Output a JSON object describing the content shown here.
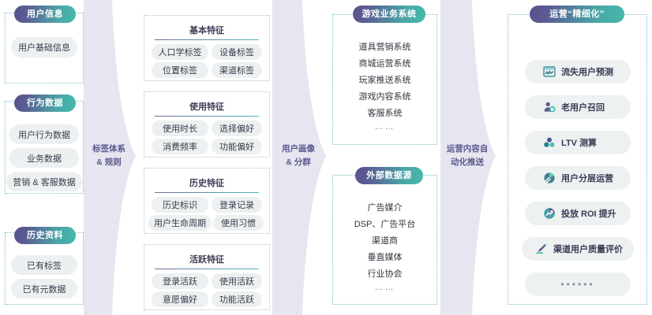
{
  "columns": {
    "col1": {
      "groups": [
        {
          "title": "用户信息",
          "items": [
            "用户基础信息"
          ]
        },
        {
          "title": "行为数据",
          "items": [
            "用户行为数据",
            "业务数据",
            "营销 & 客服数据"
          ]
        },
        {
          "title": "历史资料",
          "items": [
            "已有标签",
            "已有元数据"
          ]
        }
      ]
    },
    "col2": {
      "groups": [
        {
          "title": "基本特征",
          "items": [
            "人口学标签",
            "设备标签",
            "位置标签",
            "渠道标签"
          ]
        },
        {
          "title": "使用特征",
          "items": [
            "使用时长",
            "选择偏好",
            "消费频率",
            "功能偏好"
          ]
        },
        {
          "title": "历史特征",
          "items": [
            "历史标识",
            "登录记录",
            "用户生命周期",
            "使用习惯"
          ]
        },
        {
          "title": "活跃特征",
          "items": [
            "登录活跃",
            "使用活跃",
            "意愿偏好",
            "功能活跃"
          ]
        }
      ]
    },
    "col3": {
      "groups": [
        {
          "title": "游戏业务系统",
          "items": [
            "道具营销系统",
            "商城运营系统",
            "玩家推送系统",
            "游戏内容系统",
            "客服系统"
          ],
          "ellipsis": "……"
        },
        {
          "title": "外部数据源",
          "items": [
            "广告媒介",
            "DSP、广告平台",
            "渠道商",
            "垂直媒体",
            "行业协会"
          ],
          "ellipsis": "……"
        }
      ]
    },
    "col4": {
      "title": "运营“精细化”",
      "actions": [
        {
          "icon": "chart-monitor-icon",
          "label": "流失用户预测"
        },
        {
          "icon": "user-recall-icon",
          "label": "老用户召回"
        },
        {
          "icon": "cluster-dots-icon",
          "label": "LTV 测算"
        },
        {
          "icon": "layered-segment-icon",
          "label": "用户分层运营"
        },
        {
          "icon": "roi-growth-icon",
          "label": "投放 ROI 提升"
        },
        {
          "icon": "pencil-rating-icon",
          "label": "渠道用户质量评价"
        }
      ],
      "more": "••••••"
    }
  },
  "arrows": [
    {
      "line1": "标签体系",
      "line2": "& 规则"
    },
    {
      "line1": "用户画像",
      "line2": "& 分群"
    },
    {
      "line1": "运营内容自",
      "line2": "动化推送"
    }
  ],
  "colors": {
    "pill_start": "#57538c",
    "pill_end": "#45b9ab",
    "chip_bg": "#ecf0f0",
    "dotted_border": "#6fc3c0",
    "arrow_fill": "#e3e2ef",
    "label_text": "#5a5a8e"
  }
}
